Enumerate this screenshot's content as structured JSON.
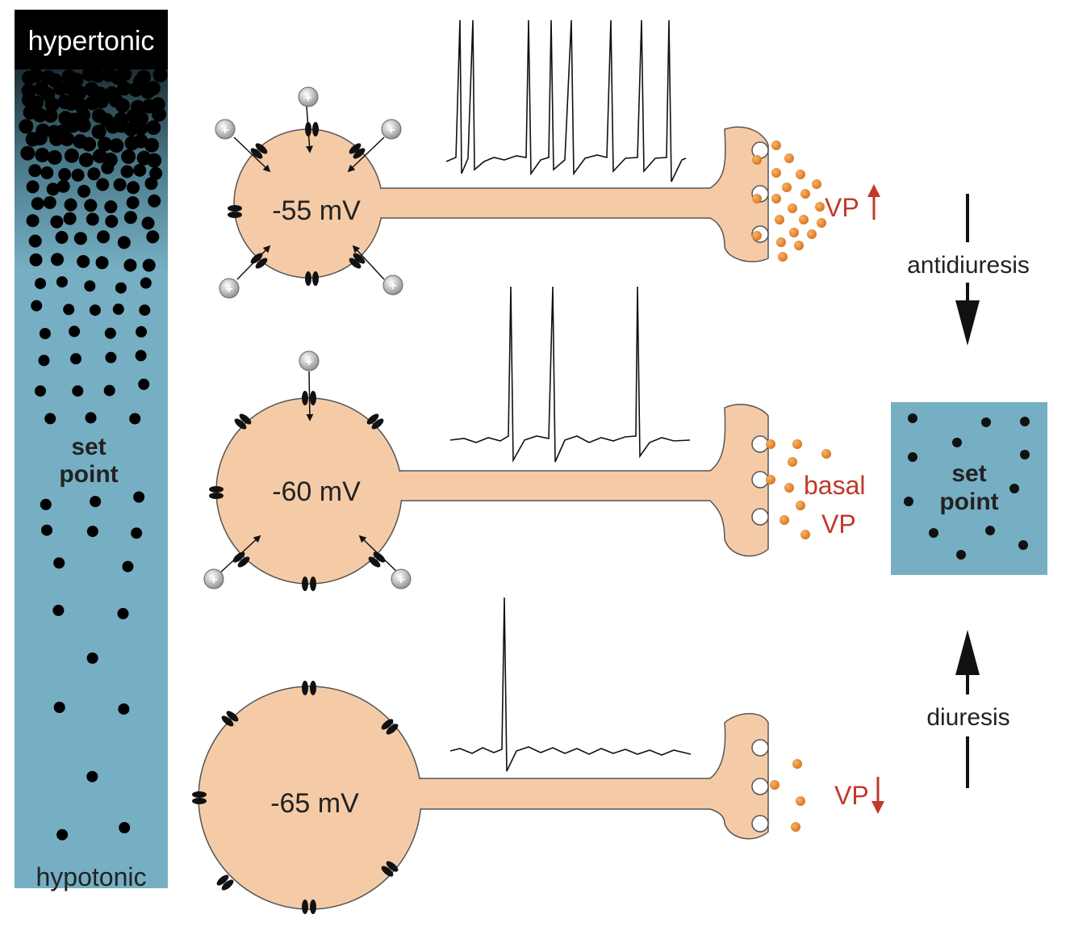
{
  "gradient_bar": {
    "top_label": "hypertonic",
    "middle_label_line1": "set",
    "middle_label_line2": "point",
    "bottom_label": "hypotonic"
  },
  "neurons": [
    {
      "membrane_potential": "-55 mV",
      "release_label": "VP",
      "release_trend": "up"
    },
    {
      "membrane_potential": "-60 mV",
      "release_label_line1": "basal",
      "release_label_line2": "VP"
    },
    {
      "membrane_potential": "-65 mV",
      "release_label": "VP",
      "release_trend": "down"
    }
  ],
  "right_panel": {
    "antidiuresis_label": "antidiuresis",
    "set_point_line1": "set",
    "set_point_line2": "point",
    "diuresis_label": "diuresis"
  },
  "colors": {
    "cell_fill": "#f5cba7",
    "cell_stroke": "#555555",
    "bar_blue": "#76afc3",
    "bar_dark": "#000000",
    "vesicle": "#e8892c",
    "vp_text": "#c0392b",
    "ion": "#bfbfbf"
  }
}
